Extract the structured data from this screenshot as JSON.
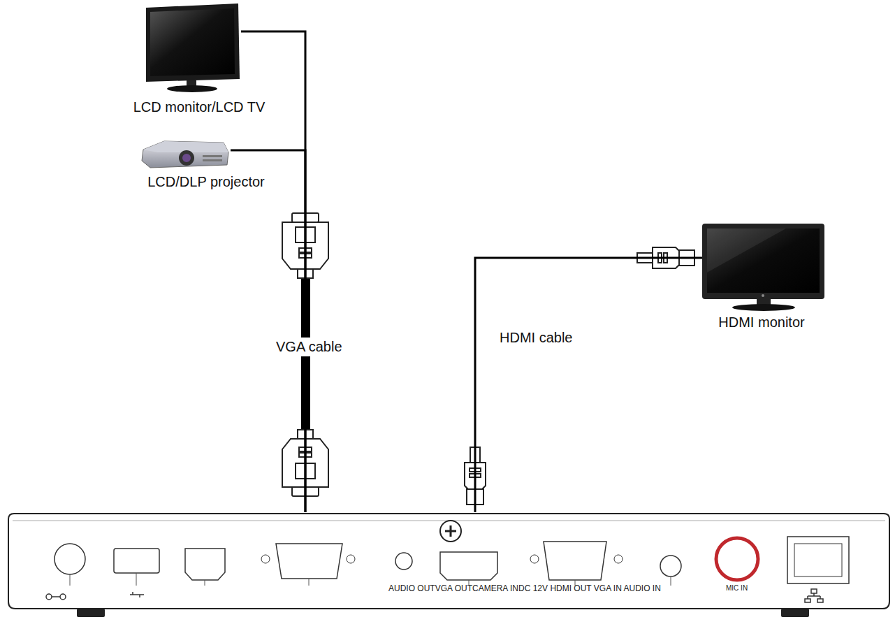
{
  "diagram": {
    "nodes": [
      {
        "text": [
          "LCD monitor/LCD TV"
        ]
      },
      {
        "text": [
          "LCD/DLP projector"
        ]
      },
      {
        "text": [
          "HDMI monitor"
        ]
      },
      {
        "text": [
          "AUDIO OUTVGA OUTCAMERA INDC 12V HDMI OUT VGA IN AUDIO IN",
          "MIC IN"
        ]
      }
    ],
    "edges": [
      {
        "from": 3,
        "to": 0,
        "arrow": "none",
        "label": "VGA cable"
      },
      {
        "from": 3,
        "to": 1,
        "arrow": "none"
      },
      {
        "from": 3,
        "to": 2,
        "arrow": "none",
        "label": "HDMI cable"
      }
    ]
  }
}
